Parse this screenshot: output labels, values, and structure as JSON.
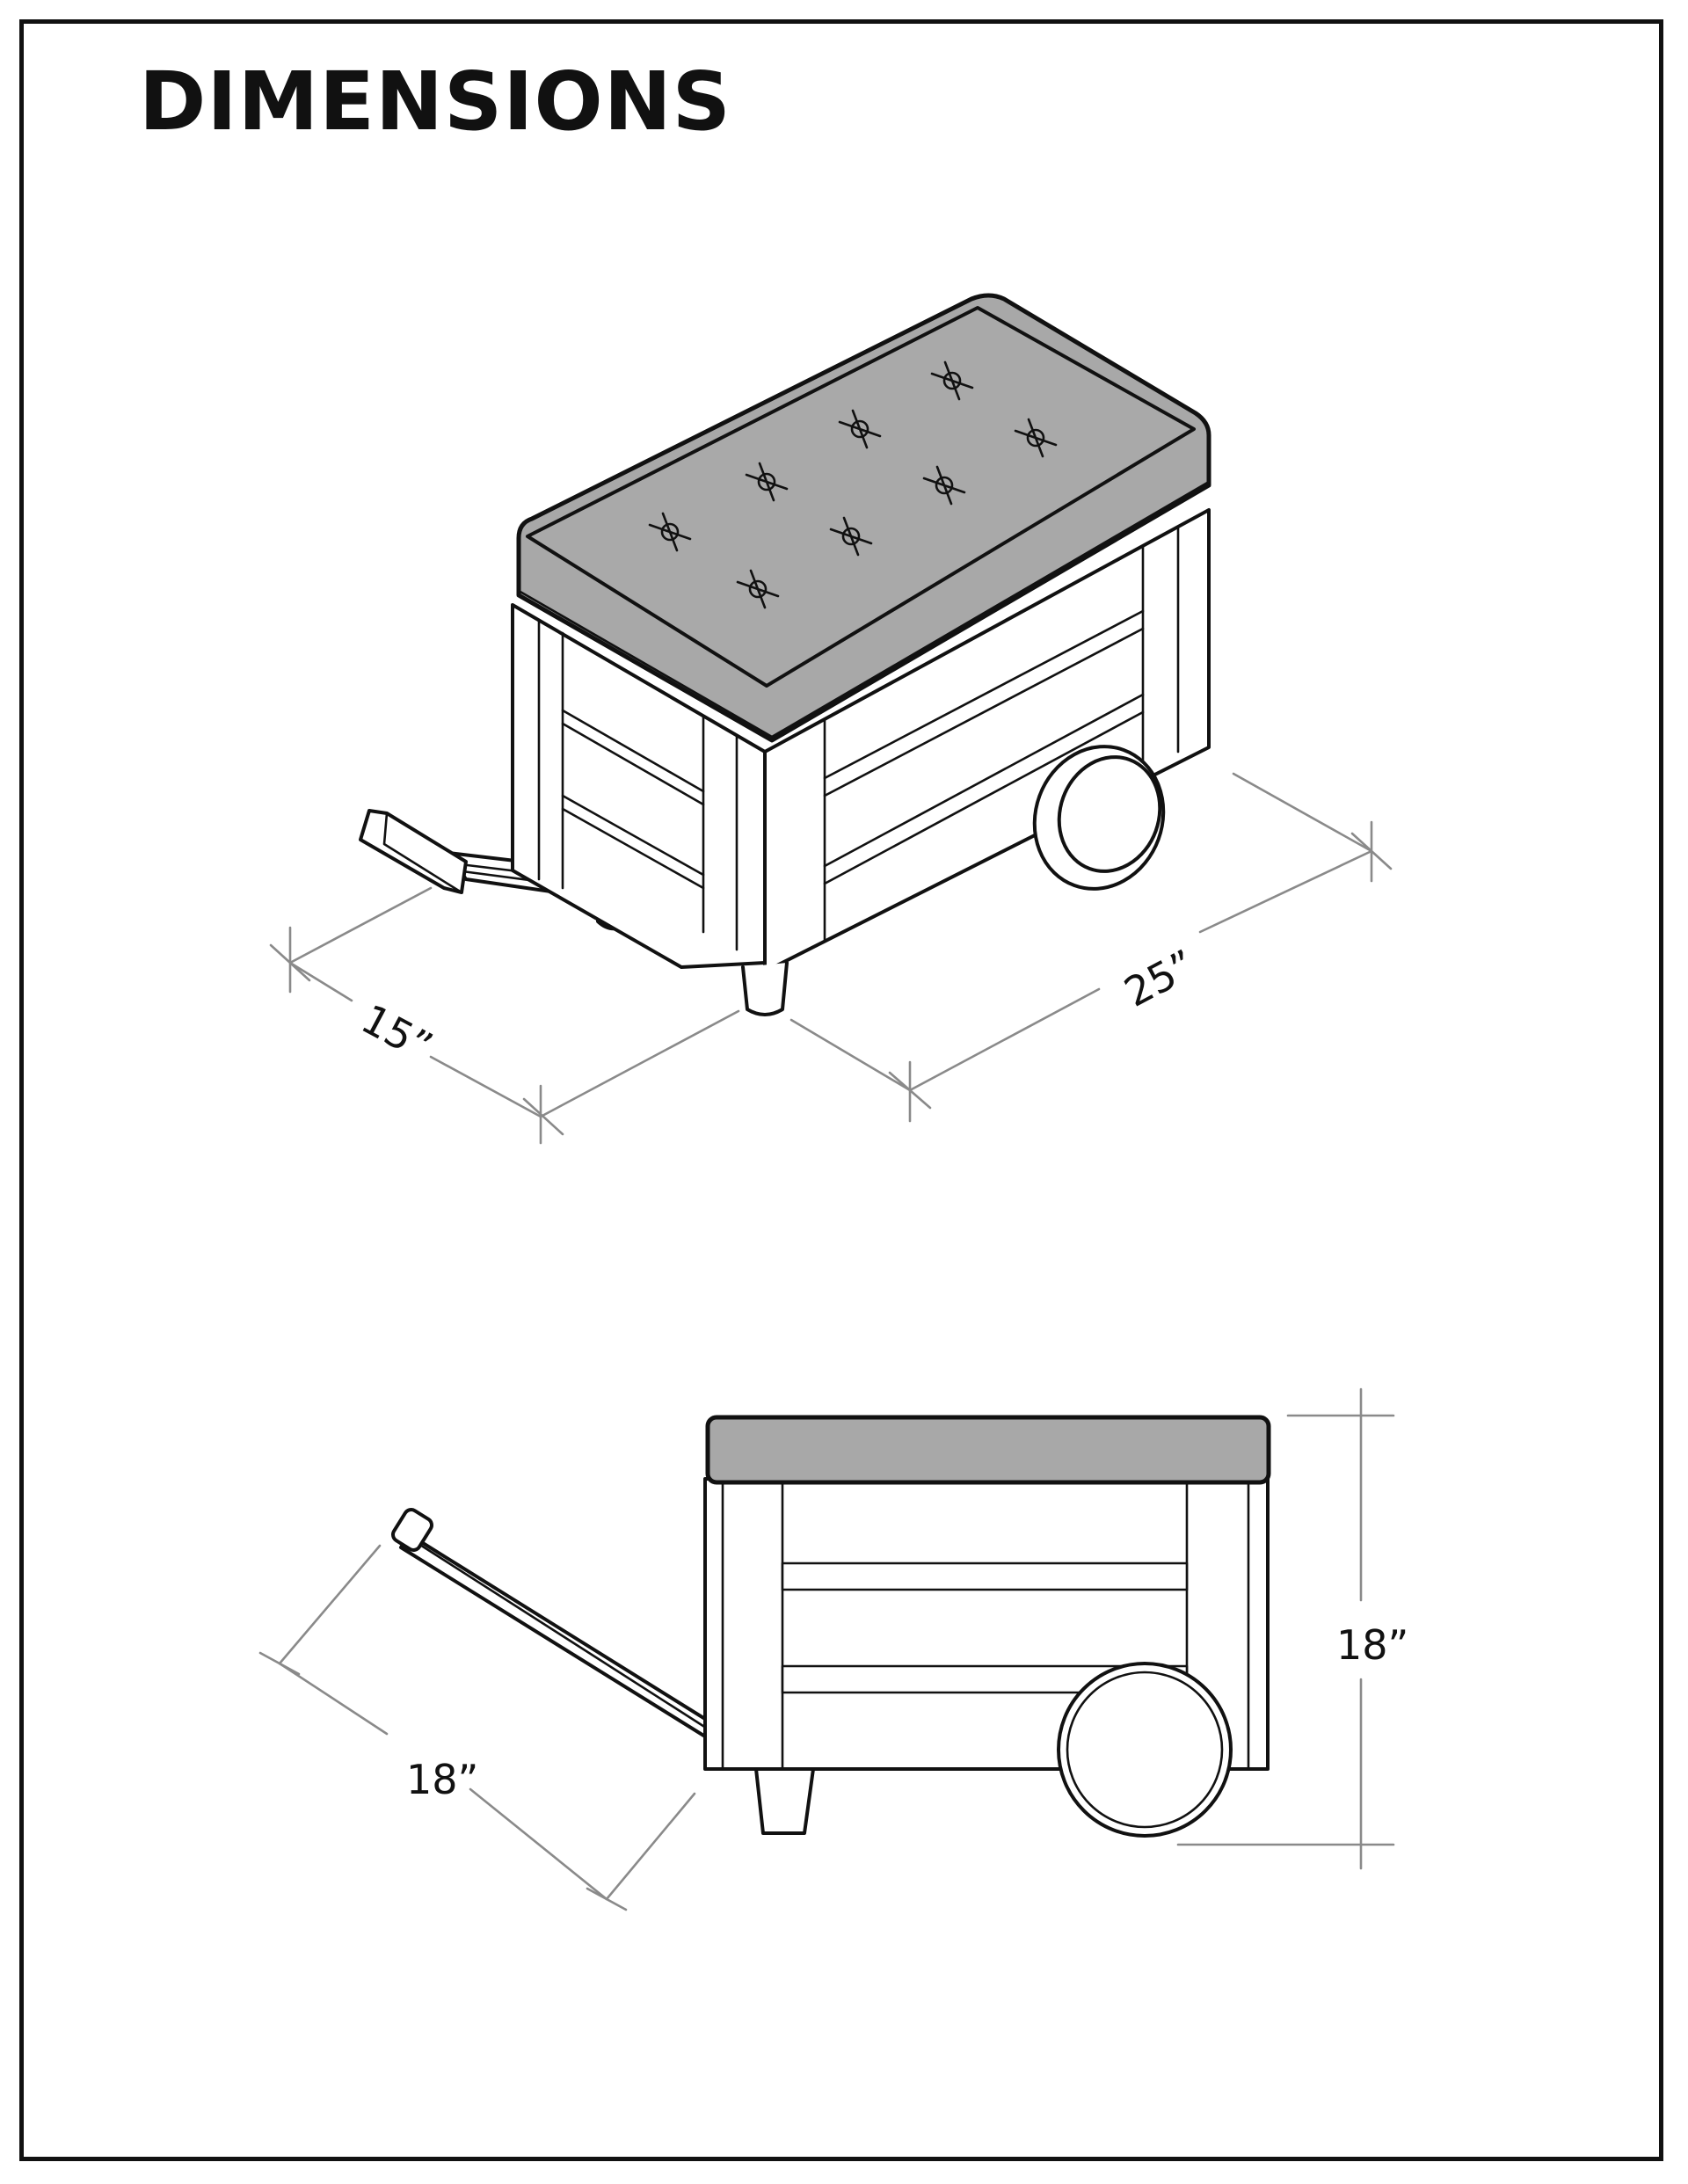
{
  "title": "DIMENSIONS",
  "iso_view": {
    "depth_label": "15”",
    "length_label": "25”"
  },
  "side_view": {
    "handle_label": "18”",
    "height_label": "18”"
  },
  "colors": {
    "ink": "#111111",
    "cushion": "#a8a8a8",
    "dimension_line": "#8a8a8a",
    "background": "#ffffff"
  }
}
